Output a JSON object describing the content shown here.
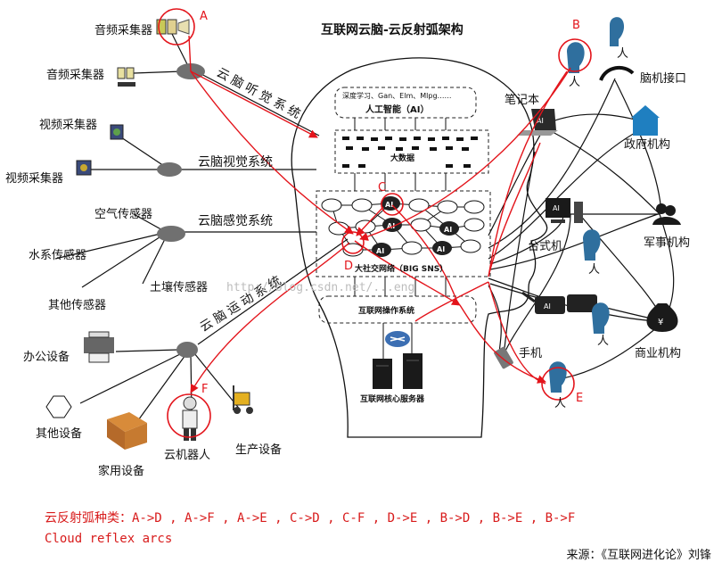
{
  "title": "互联网云脑-云反射弧架构",
  "markers": [
    "A",
    "B",
    "C",
    "D",
    "E",
    "F"
  ],
  "left_devices": {
    "audio_1": "音频采集器",
    "audio_2": "音频采集器",
    "video_1": "视频采集器",
    "video_2": "视频采集器",
    "air": "空气传感器",
    "water": "水系传感器",
    "soil": "土壤传感器",
    "other_sensor": "其他传感器",
    "office": "办公设备",
    "other_device": "其他设备",
    "home": "家用设备",
    "robot": "云机器人",
    "production": "生产设备"
  },
  "systems": {
    "hearing": "云脑听觉系统",
    "vision": "云脑视觉系统",
    "sense": "云脑感觉系统",
    "motion": "云脑运动系统"
  },
  "center": {
    "ai_models": "深度学习、Gan、Elm、Mlpg……",
    "ai": "人工智能（AI）",
    "big_data": "大数据",
    "sns": "大社交网络（BIG SNS）",
    "os": "互联网操作系统",
    "servers": "互联网核心服务器",
    "node_ai": "AI"
  },
  "right_entities": {
    "bci": "脑机接口",
    "laptop": "笔记本",
    "gov": "政府机构",
    "desktop": "台式机",
    "person": "人",
    "military": "军事机构",
    "phone": "手机",
    "business": "商业机构",
    "money_symbol": "¥"
  },
  "watermark": "http://blog.csdn.net/...eng",
  "arcs_text": "云反射弧种类：A->D , A->F , A->E , C->D , C-F , D->E , B->D , B->E , B->F",
  "arcs_en": "Cloud reflex arcs",
  "source": "来源：《互联网进化论》刘锋",
  "colors": {
    "arc": "#e3141b",
    "line": "#111111",
    "hub": "#707070",
    "person": "#2f6f9e",
    "gov": "#1f7fc0"
  }
}
